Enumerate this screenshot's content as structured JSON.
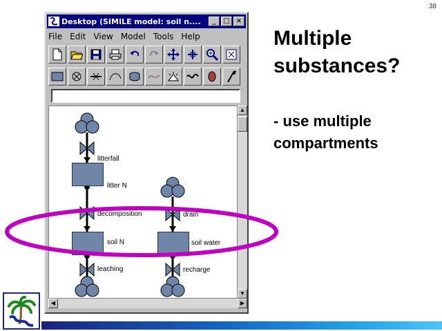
{
  "slide": {
    "number": "38",
    "title": "Multiple substances?",
    "bullet": "- use multiple compartments"
  },
  "window": {
    "title": "Desktop (SIMILE model: soil n....",
    "controls": {
      "minimize": "_",
      "maximize": "□",
      "close": "×"
    },
    "menu": [
      "File",
      "Edit",
      "View",
      "Model",
      "Tools",
      "Help"
    ],
    "toolbar1_icons": [
      "new-file-icon",
      "open-folder-icon",
      "save-icon",
      "print-icon",
      "undo-icon",
      "redo-icon",
      "move-icon",
      "resize-icon",
      "zoom-icon",
      "fit-icon"
    ],
    "toolbar2_icons": [
      "compartment-icon",
      "source-icon",
      "flow-icon",
      "influence-icon",
      "submodel-icon",
      "wave-icon",
      "event-icon",
      "variable-icon",
      "parameter-icon",
      "function-icon"
    ],
    "textfield_value": ""
  },
  "diagram": {
    "labels": {
      "litterfall": "litterfall",
      "litter_n": "litter N",
      "decomposition": "decomposition",
      "soil_n": "soil N",
      "soil_water": "soil water",
      "drain": "drain",
      "recharge": "recharge",
      "n_leach": "leaching"
    }
  },
  "colors": {
    "compartment": "#6f86a8",
    "highlight_ellipse": "#c000c0",
    "titlebar": "#000080"
  }
}
